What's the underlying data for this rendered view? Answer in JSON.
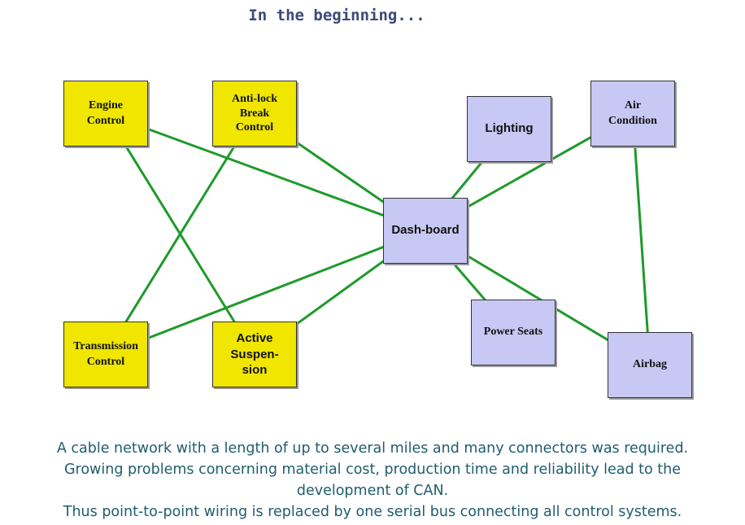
{
  "title": "In the beginning...",
  "colors": {
    "wire": "#1e9a2a",
    "powertrain_node": "#f0e600",
    "comfort_node": "#c8c8f4",
    "caption_text": "#1f5d6e",
    "title_text": "#3a4a7a"
  },
  "nodes": {
    "engine_control": "Engine\nControl",
    "antilock_brake_control": "Anti-lock\nBreak\nControl",
    "lighting": "Lighting",
    "air_condition": "Air\nCondition",
    "dashboard": "Dash-board",
    "power_seats": "Power Seats",
    "airbag": "Airbag",
    "transmission_control": "Transmission\nControl",
    "active_suspension": "Active\nSuspen-\nsion"
  },
  "connections": [
    [
      "engine_control",
      "dashboard"
    ],
    [
      "engine_control",
      "active_suspension"
    ],
    [
      "antilock_brake_control",
      "dashboard"
    ],
    [
      "antilock_brake_control",
      "transmission_control"
    ],
    [
      "lighting",
      "dashboard"
    ],
    [
      "air_condition",
      "dashboard"
    ],
    [
      "air_condition",
      "airbag"
    ],
    [
      "transmission_control",
      "dashboard"
    ],
    [
      "active_suspension",
      "dashboard"
    ],
    [
      "dashboard",
      "power_seats"
    ],
    [
      "dashboard",
      "airbag"
    ]
  ],
  "caption": {
    "line1": "A cable network with a length of up to several miles and many connectors was required.",
    "line2": "Growing problems concerning material cost, production time and reliability lead to the",
    "line3": "development of CAN.",
    "line4": "Thus point-to-point wiring is replaced by one serial bus connecting all control systems."
  }
}
